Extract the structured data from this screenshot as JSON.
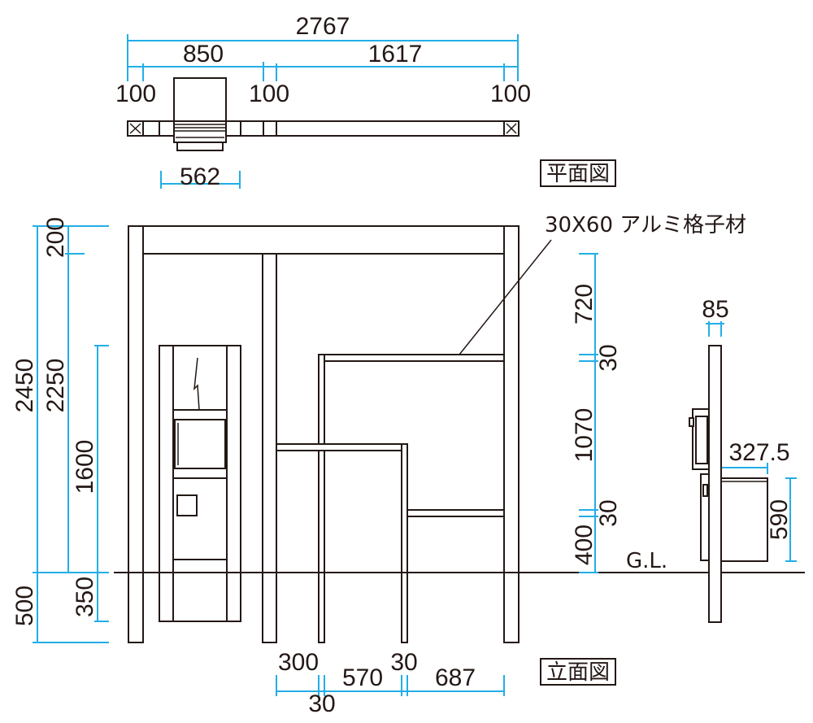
{
  "plan": {
    "dims": {
      "total": "2767",
      "left_span": "850",
      "right_span": "1617",
      "post_left": "100",
      "post_mid": "100",
      "post_right": "100",
      "mailbox_width": "562"
    },
    "label": "平面図"
  },
  "elevation": {
    "material_note": "30X60 アルミ格子材",
    "left_dims": {
      "height_total": "2450",
      "height_inner": "2250",
      "top_beam": "200",
      "mailbox_height": "1600",
      "below_gl": "500",
      "base_offset": "350"
    },
    "bottom_dims": {
      "d300": "300",
      "d30a": "30",
      "d570": "570",
      "d30b": "30",
      "d687": "687"
    },
    "label": "立面図"
  },
  "side": {
    "vertical_dims": {
      "v720": "720",
      "v30a": "30",
      "v1070": "1070",
      "v30b": "30",
      "v400": "400"
    },
    "post_width": "85",
    "box_depth": "327.5",
    "box_height": "590",
    "ground_label": "G.L."
  },
  "colors": {
    "dimension": "#22aee6",
    "line": "#231815"
  }
}
